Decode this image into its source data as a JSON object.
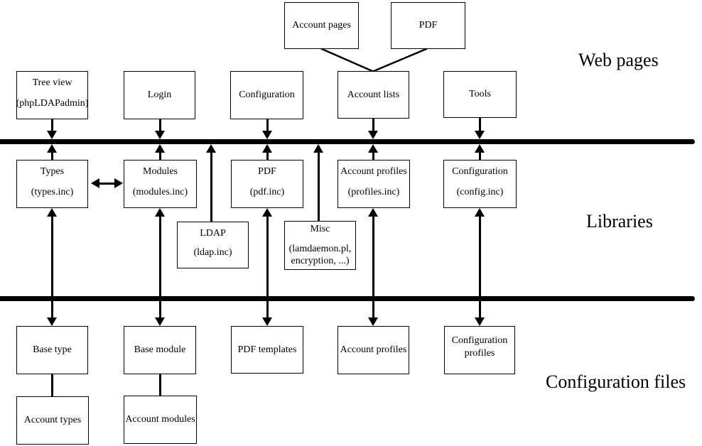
{
  "layer_labels": {
    "web_pages": "Web pages",
    "libraries": "Libraries",
    "configuration_files": "Configuration files"
  },
  "boxes": {
    "account_pages": {
      "label": "Account pages"
    },
    "pdf_page": {
      "label": "PDF"
    },
    "tree_view": {
      "line1": "Tree view",
      "line2": "(phpLDAPadmin)"
    },
    "login": {
      "label": "Login"
    },
    "configuration_page": {
      "label": "Configuration"
    },
    "account_lists": {
      "label": "Account lists"
    },
    "tools": {
      "label": "Tools"
    },
    "types": {
      "line1": "Types",
      "line2": "(types.inc)"
    },
    "modules": {
      "line1": "Modules",
      "line2": "(modules.inc)"
    },
    "pdf_lib": {
      "line1": "PDF",
      "line2": "(pdf.inc)"
    },
    "account_profiles_lib": {
      "line1": "Account profiles",
      "line2": "(profiles.inc)"
    },
    "configuration_lib": {
      "line1": "Configuration",
      "line2": "(config.inc)"
    },
    "ldap": {
      "line1": "LDAP",
      "line2": "(ldap.inc)"
    },
    "misc": {
      "line1": "Misc",
      "line2": "(lamdaemon.pl,",
      "line3": "encryption, ...)"
    },
    "base_type": {
      "label": "Base type"
    },
    "base_module": {
      "label": "Base module"
    },
    "pdf_templates": {
      "label": "PDF templates"
    },
    "account_profiles_config": {
      "label": "Account profiles"
    },
    "configuration_profiles": {
      "line1": "Configuration",
      "line2": "profiles"
    },
    "account_types": {
      "label": "Account types"
    },
    "account_modules": {
      "label": "Account modules"
    }
  },
  "colors": {
    "background": "#ffffff",
    "line": "#000000",
    "text": "#000000",
    "box_border": "#000000"
  }
}
